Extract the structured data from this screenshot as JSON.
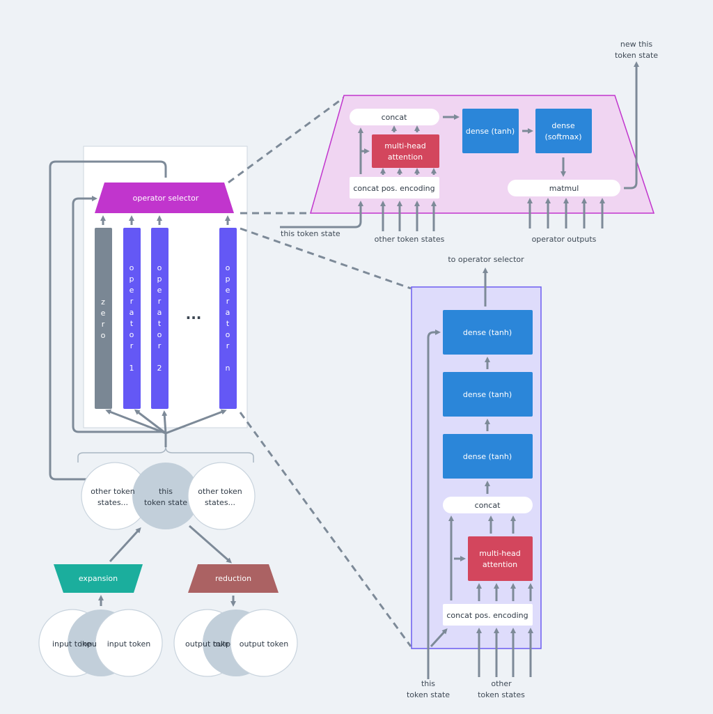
{
  "colors": {
    "background": "#eef2f6",
    "wire": "#7d8a98",
    "operator_selector": "#c135cd",
    "selector_detail_fill": "#f0d5f2",
    "operator_detail_fill": "#dedcfb",
    "operator_detail_border": "#6b5cf0",
    "operator": "#6458f5",
    "zero": "#7a8794",
    "dense": "#2b86d9",
    "attention": "#d3465d",
    "expansion": "#1bae9d",
    "reduction": "#ab6263",
    "token_focus": "#c2cfda"
  },
  "layer": {
    "operator_selector_label": "operator selector",
    "columns": [
      {
        "label": "zero",
        "kind": "zero"
      },
      {
        "label": "operator 1",
        "kind": "operator"
      },
      {
        "label": "operator 2",
        "kind": "operator"
      },
      {
        "label": "operator n",
        "kind": "operator"
      }
    ],
    "ellipsis": "..."
  },
  "tokens": {
    "left": "other token states...",
    "center_line1": "this",
    "center_line2": "token state",
    "right_line1": "other token",
    "right_line2": "states...",
    "left_line1": "other token",
    "left_line2": "states..."
  },
  "expansion": {
    "label": "expansion",
    "inputs": [
      "input token",
      "input token",
      "input token"
    ]
  },
  "reduction": {
    "label": "reduction",
    "outputs": [
      "output token",
      "output token",
      "output token"
    ]
  },
  "selector_detail": {
    "concat": "concat",
    "attention_line1": "multi-head",
    "attention_line2": "attention",
    "pos_encoding": "concat pos. encoding",
    "dense_tanh": "dense (tanh)",
    "dense_softmax_line1": "dense",
    "dense_softmax_line2": "(softmax)",
    "matmul": "matmul",
    "input_this": "this token state",
    "input_others": "other token states",
    "input_operators": "operator outputs",
    "output_line1": "new this",
    "output_line2": "token state"
  },
  "operator_detail": {
    "output": "to operator selector",
    "dense": [
      "dense (tanh)",
      "dense (tanh)",
      "dense (tanh)"
    ],
    "concat": "concat",
    "attention_line1": "multi-head",
    "attention_line2": "attention",
    "pos_encoding": "concat pos. encoding",
    "input_this_line1": "this",
    "input_this_line2": "token state",
    "input_others_line1": "other",
    "input_others_line2": "token states"
  }
}
